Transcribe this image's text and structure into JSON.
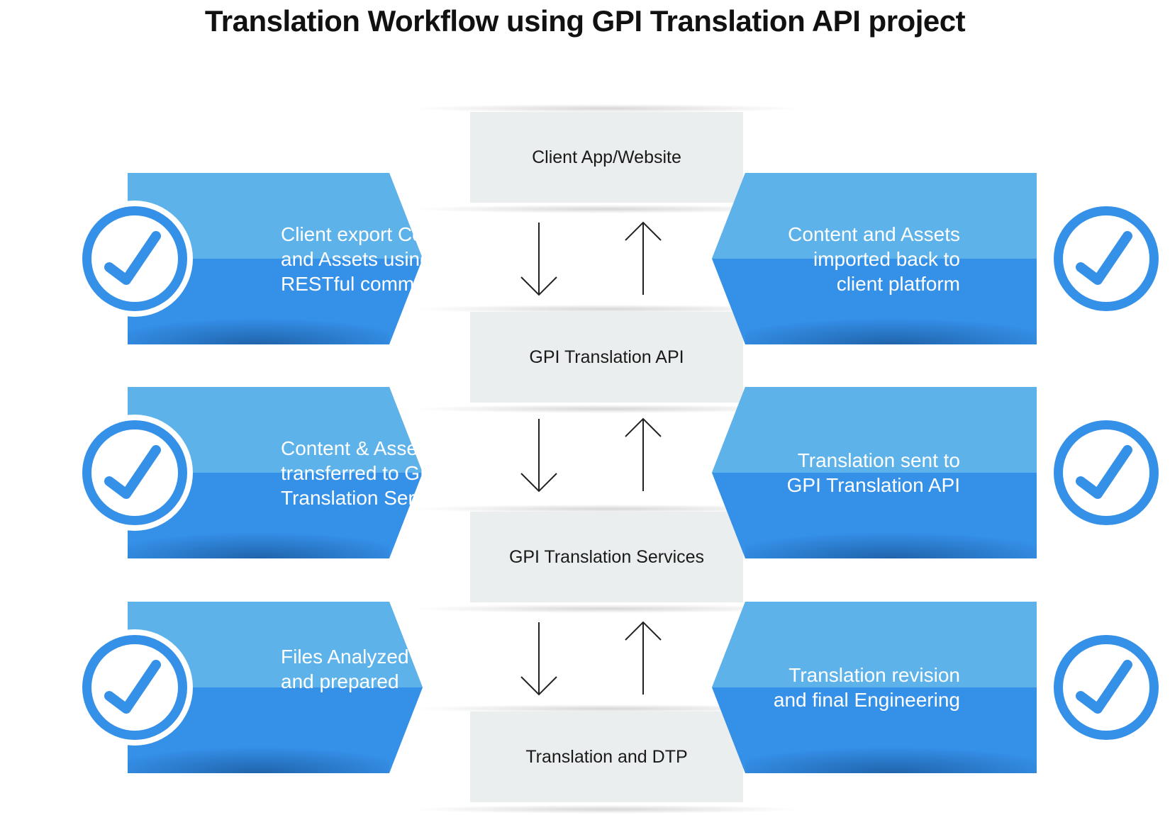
{
  "title": "Translation Workflow using GPI Translation API project",
  "colors": {
    "banner_light": "#5db2ea",
    "banner_dark": "#3590e8",
    "box_grey": "#ebeeee",
    "icon": "check-circle-icon"
  },
  "center_boxes": [
    "Client App/Website",
    "GPI Translation API",
    "GPI Translation Services",
    "Translation and DTP"
  ],
  "left_steps": [
    {
      "lines": [
        "Client export Content",
        "and Assets using GPI",
        "RESTful commands"
      ]
    },
    {
      "lines": [
        "Content & Assets",
        "transferred to GPI",
        "Translation Services"
      ]
    },
    {
      "lines": [
        "Files Analyzed",
        "and prepared"
      ]
    }
  ],
  "right_steps": [
    {
      "lines": [
        "Content and Assets",
        "imported back to",
        "client platform"
      ]
    },
    {
      "lines": [
        "Translation sent to",
        "GPI Translation API"
      ]
    },
    {
      "lines": [
        "Translation revision",
        "and final Engineering"
      ]
    }
  ]
}
